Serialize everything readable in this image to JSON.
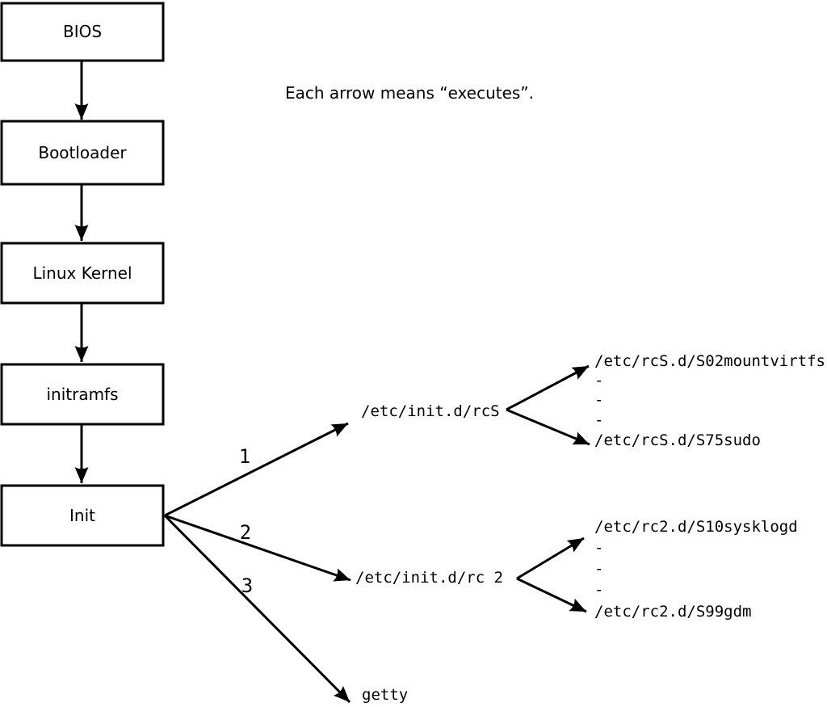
{
  "colors": {
    "foreground": "#000000",
    "background": "#ffffff"
  },
  "legend": "Each arrow means “executes”.",
  "boot_chain": [
    {
      "label": "BIOS"
    },
    {
      "label": "Bootloader"
    },
    {
      "label": "Linux Kernel"
    },
    {
      "label": "initramfs"
    },
    {
      "label": "Init"
    }
  ],
  "init_execs": [
    {
      "order": "1",
      "target": "/etc/init.d/rcS"
    },
    {
      "order": "2",
      "target": "/etc/init.d/rc 2"
    },
    {
      "order": "3",
      "target": "getty"
    }
  ],
  "rcS_scripts": {
    "first": "/etc/rcS.d/S02mountvirtfs",
    "more": [
      "-",
      "-",
      "-"
    ],
    "last": "/etc/rcS.d/S75sudo"
  },
  "rc2_scripts": {
    "first": "/etc/rc2.d/S10sysklogd",
    "more": [
      "-",
      "-",
      "-"
    ],
    "last": "/etc/rc2.d/S99gdm"
  }
}
